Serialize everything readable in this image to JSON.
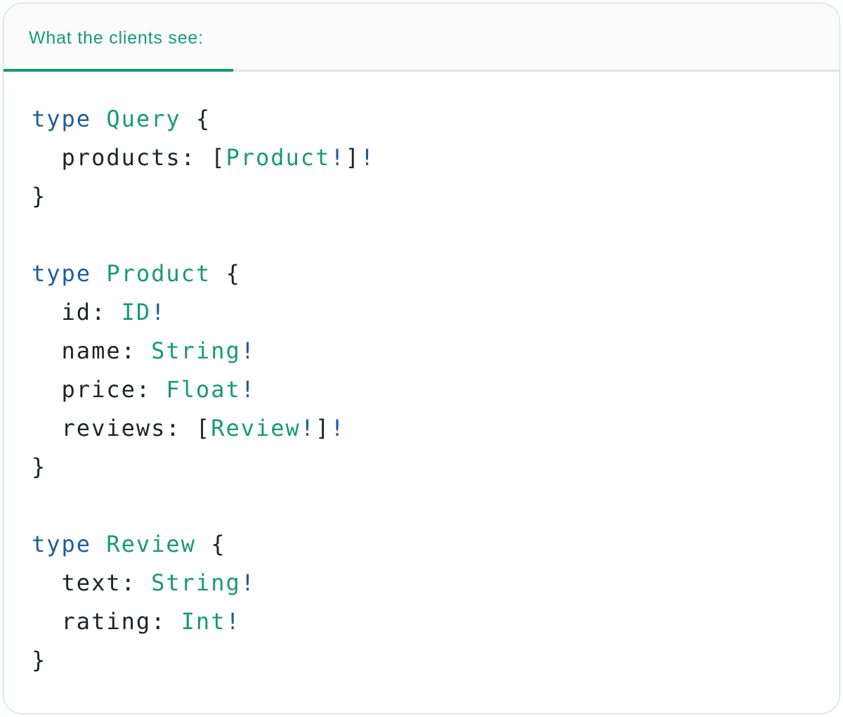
{
  "tab": {
    "label": "What the clients see:",
    "active": true
  },
  "colors": {
    "green": "#179a76",
    "blue": "#1e5c9e",
    "text": "#1f2329",
    "divider": "#e3e3e3",
    "header_bg": "#fbfbfb",
    "card_border": "#a9ccb2",
    "card_bg": "#ffffff"
  },
  "code": {
    "language": "graphql",
    "lines": [
      [
        {
          "t": "type",
          "s": "kw"
        },
        {
          "t": " ",
          "s": "plain"
        },
        {
          "t": "Query",
          "s": "type"
        },
        {
          "t": " {",
          "s": "plain"
        }
      ],
      [
        {
          "t": "  products: [",
          "s": "plain"
        },
        {
          "t": "Product",
          "s": "type"
        },
        {
          "t": "!",
          "s": "bang"
        },
        {
          "t": "]",
          "s": "plain"
        },
        {
          "t": "!",
          "s": "bang"
        }
      ],
      [
        {
          "t": "}",
          "s": "plain"
        }
      ],
      [],
      [
        {
          "t": "type",
          "s": "kw"
        },
        {
          "t": " ",
          "s": "plain"
        },
        {
          "t": "Product",
          "s": "type"
        },
        {
          "t": " {",
          "s": "plain"
        }
      ],
      [
        {
          "t": "  id: ",
          "s": "plain"
        },
        {
          "t": "ID",
          "s": "type"
        },
        {
          "t": "!",
          "s": "bang"
        }
      ],
      [
        {
          "t": "  name: ",
          "s": "plain"
        },
        {
          "t": "String",
          "s": "type"
        },
        {
          "t": "!",
          "s": "bang"
        }
      ],
      [
        {
          "t": "  price: ",
          "s": "plain"
        },
        {
          "t": "Float",
          "s": "type"
        },
        {
          "t": "!",
          "s": "bang"
        }
      ],
      [
        {
          "t": "  reviews: [",
          "s": "plain"
        },
        {
          "t": "Review",
          "s": "type"
        },
        {
          "t": "!",
          "s": "bang"
        },
        {
          "t": "]",
          "s": "plain"
        },
        {
          "t": "!",
          "s": "bang"
        }
      ],
      [
        {
          "t": "}",
          "s": "plain"
        }
      ],
      [],
      [
        {
          "t": "type",
          "s": "kw"
        },
        {
          "t": " ",
          "s": "plain"
        },
        {
          "t": "Review",
          "s": "type"
        },
        {
          "t": " {",
          "s": "plain"
        }
      ],
      [
        {
          "t": "  text: ",
          "s": "plain"
        },
        {
          "t": "String",
          "s": "type"
        },
        {
          "t": "!",
          "s": "bang"
        }
      ],
      [
        {
          "t": "  rating: ",
          "s": "plain"
        },
        {
          "t": "Int",
          "s": "type"
        },
        {
          "t": "!",
          "s": "bang"
        }
      ],
      [
        {
          "t": "}",
          "s": "plain"
        }
      ]
    ]
  }
}
